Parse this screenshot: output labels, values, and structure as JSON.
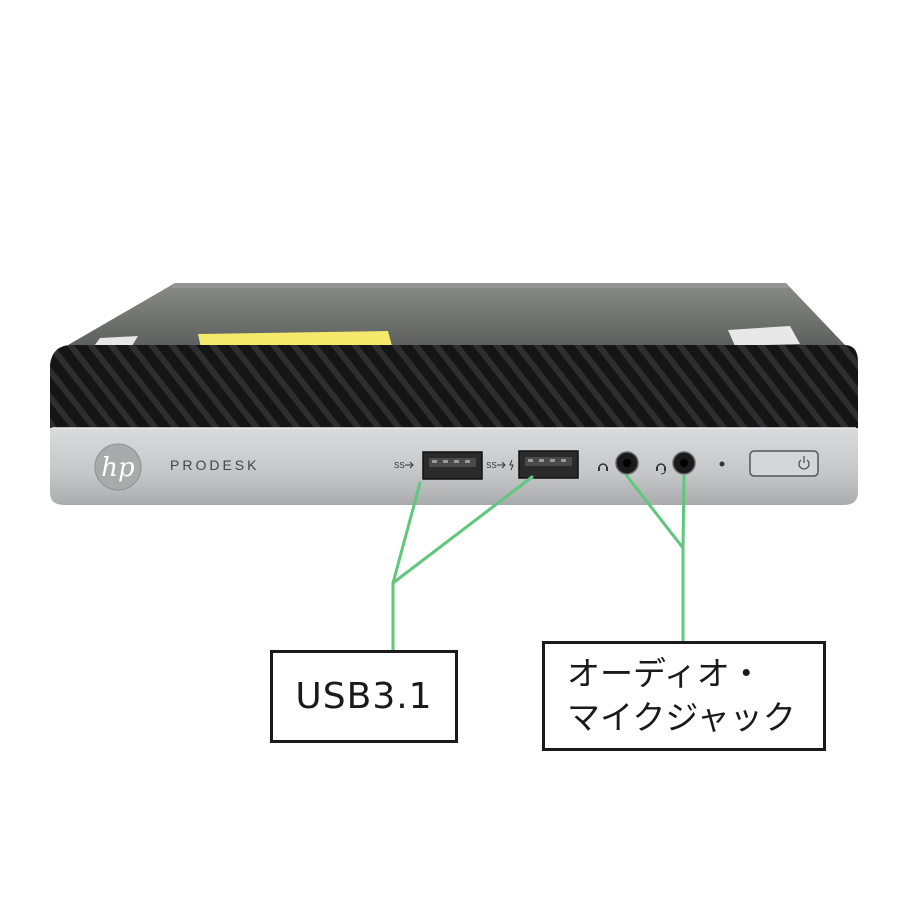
{
  "device": {
    "logo_text": "hp",
    "model_text": "PRODESK",
    "usb_port_marking_1": "SS",
    "usb_port_marking_2": "SS"
  },
  "callouts": {
    "usb_label": "USB3.1",
    "audio_label_line1": "オーディオ・",
    "audio_label_line2": "マイクジャック",
    "line_color": "#5fc77e"
  },
  "colors": {
    "case_top": "#6f726f",
    "vent": "#1c1c1c",
    "front_panel": "#c8cacb",
    "sticker": "#f4e96a"
  }
}
